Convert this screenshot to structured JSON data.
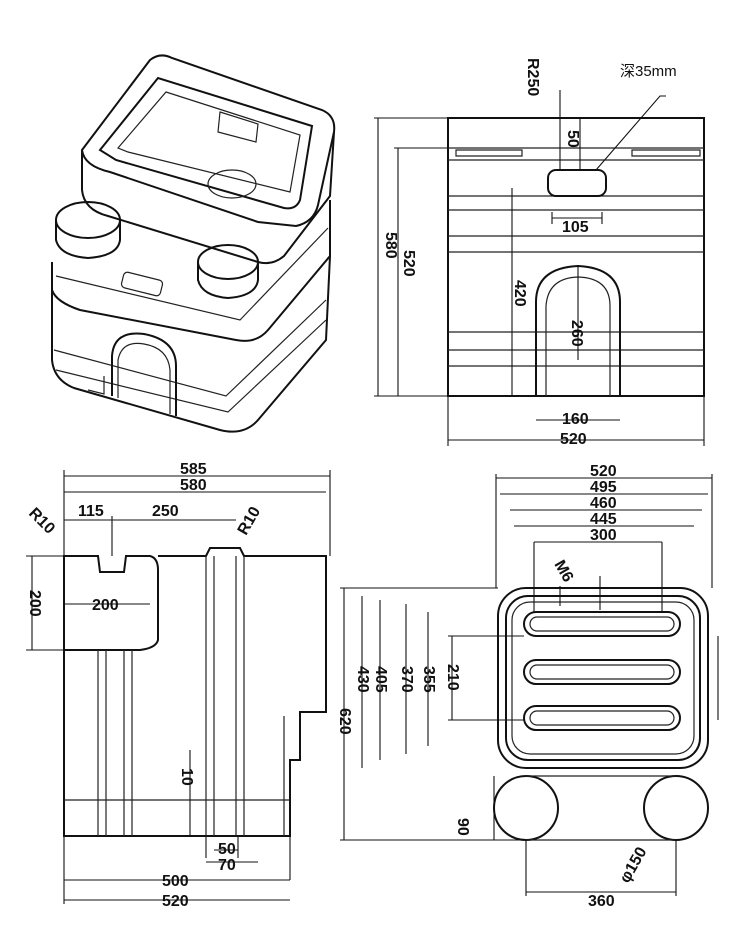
{
  "top_view": {
    "radius": "R250",
    "depth_note": "深35mm",
    "dims": {
      "height_580": "580",
      "height_520": "520",
      "height_420": "420",
      "slot_50": "50",
      "slot_105": "105",
      "arch_260": "260",
      "arch_160": "160",
      "width_520": "520"
    }
  },
  "side_view": {
    "dims": {
      "w_585": "585",
      "w_580": "580",
      "r_left": "R10",
      "r_right": "R10",
      "d_115": "115",
      "d_250": "250",
      "h_200": "200",
      "d_200": "200",
      "d_10": "10",
      "d_50": "50",
      "d_70": "70",
      "d_500": "500",
      "d_520": "520"
    }
  },
  "bottom_view": {
    "dims": {
      "w_520": "520",
      "w_495": "495",
      "w_460": "460",
      "w_445": "445",
      "w_300": "300",
      "m6": "M6",
      "h_620": "620",
      "h_430": "430",
      "h_405": "405",
      "h_370": "370",
      "h_355": "355",
      "h_210": "210",
      "h_90": "90",
      "phi_150": "φ150",
      "w_360": "360"
    }
  }
}
